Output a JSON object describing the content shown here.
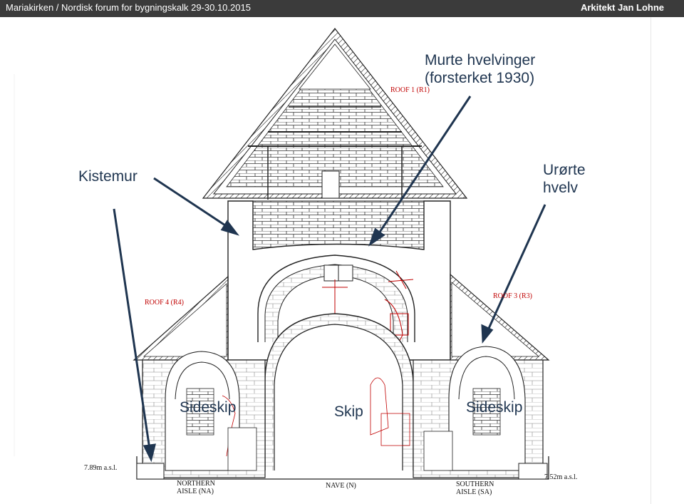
{
  "header": {
    "left_text": "Mariakirken /  Nordisk forum for bygningskalk 29-30.10.2015",
    "right_text": "Arkitekt Jan Lohne"
  },
  "annotations": {
    "murte_line1": "Murte hvelvinger",
    "murte_line2": "(forsterket 1930)",
    "kistemur": "Kistemur",
    "urorte_line1": "Urørte",
    "urorte_line2": "hvelv",
    "sideskip_left": "Sideskip",
    "skip": "Skip",
    "sideskip_right": "Sideskip"
  },
  "drawing_labels": {
    "roof1": "ROOF 1 (R1)",
    "roof4": "ROOF 4 (R4)",
    "roof3": "ROOF 3 (R3)",
    "level_left": "7.89m a.s.l.",
    "level_right": "7.52m a.s.l.",
    "northern_line1": "NORTHERN",
    "northern_line2": "AISLE (NA)",
    "nave": "NAVE (N)",
    "southern_line1": "SOUTHERN",
    "southern_line2": "AISLE (SA)"
  },
  "colors": {
    "header_bg": "#3b3b3b",
    "annotation_blue": "#1f3550",
    "drawing_red": "#c00000",
    "line": "#222222"
  }
}
